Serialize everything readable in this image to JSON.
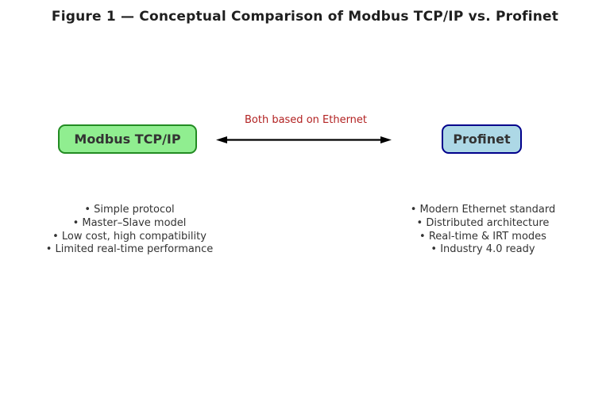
{
  "title": "Figure 1 — Conceptual Comparison of Modbus TCP/IP vs. Profinet",
  "diagram": {
    "left_node": {
      "label": "Modbus TCP/IP",
      "fill_color": "#90EE90",
      "border_color": "#228B22"
    },
    "right_node": {
      "label": "Profinet",
      "fill_color": "#ADD8E6",
      "border_color": "#00008B"
    },
    "connector": {
      "label": "Both based on Ethernet",
      "label_color": "#B22222",
      "arrow_color": "#000000",
      "style": "double-headed-arrow"
    },
    "left_bullets": {
      "0": "• Simple protocol",
      "1": "• Master–Slave model",
      "2": "• Low cost, high compatibility",
      "3": "• Limited real-time performance"
    },
    "right_bullets": {
      "0": "• Modern Ethernet standard",
      "1": "• Distributed architecture",
      "2": "• Real-time & IRT modes",
      "3": "• Industry 4.0 ready"
    }
  }
}
